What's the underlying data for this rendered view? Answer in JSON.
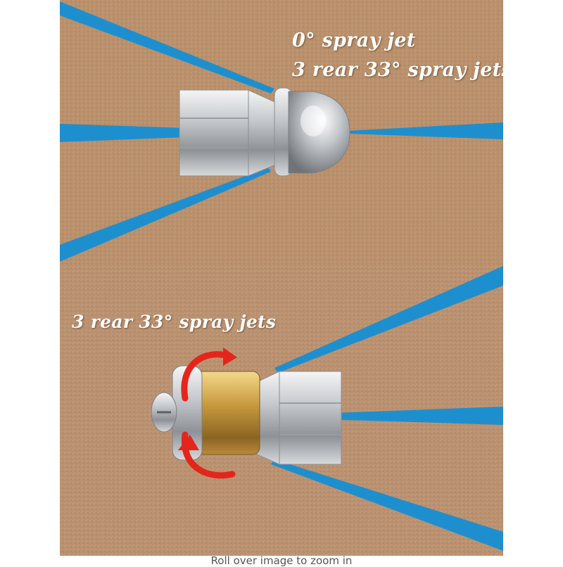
{
  "top_panel": {
    "caption_line_1": "0° spray jet",
    "caption_line_2": "3 rear 33° spray jets"
  },
  "bottom_panel": {
    "caption": "3 rear 33° spray jets"
  },
  "footer_hint": "Roll over image to zoom in",
  "colors": {
    "background_sand": "#b9906b",
    "water_jet": "#1e8fce",
    "steel": "#c9ccd0",
    "brass": "#c99a3e",
    "rotation_arrow": "#e3261c",
    "caption_text": "#ffffff"
  },
  "icons": [
    "rotation-arrow-icon"
  ]
}
